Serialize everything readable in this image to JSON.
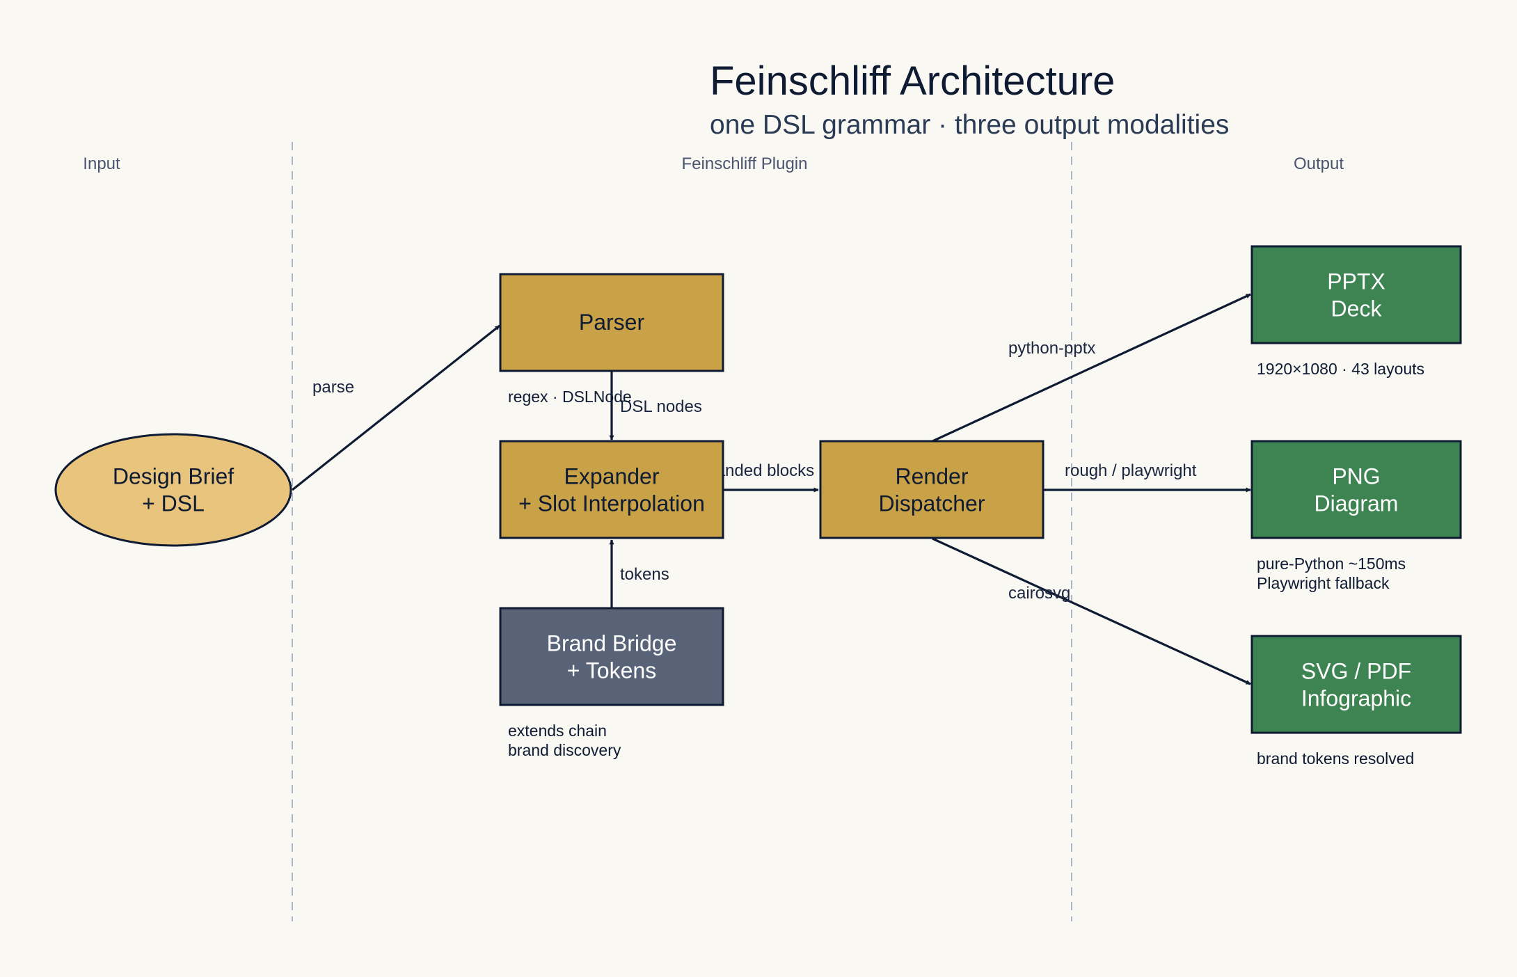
{
  "title": "Feinschliff Architecture",
  "subtitle": "one DSL grammar · three output modalities",
  "lanes": {
    "input": "Input",
    "plugin": "Feinschliff Plugin",
    "output": "Output"
  },
  "nodes": {
    "brief": {
      "lines": [
        "Design Brief",
        "+ DSL"
      ],
      "fill": "#e8c47c",
      "text_color": "#0f1b33"
    },
    "parser": {
      "lines": [
        "Parser"
      ],
      "fill": "#c9a248",
      "text_color": "#0f1b33"
    },
    "expander": {
      "lines": [
        "Expander",
        "+ Slot Interpolation"
      ],
      "fill": "#c9a248",
      "text_color": "#0f1b33"
    },
    "brand": {
      "lines": [
        "Brand Bridge",
        "+ Tokens"
      ],
      "fill": "#586378",
      "text_color": "#ffffff"
    },
    "dispatcher": {
      "lines": [
        "Render",
        "Dispatcher"
      ],
      "fill": "#c9a248",
      "text_color": "#0f1b33"
    },
    "pptx": {
      "lines": [
        "PPTX",
        "Deck"
      ],
      "fill": "#3d8452",
      "text_color": "#ffffff"
    },
    "png": {
      "lines": [
        "PNG",
        "Diagram"
      ],
      "fill": "#3d8452",
      "text_color": "#ffffff"
    },
    "svgpdf": {
      "lines": [
        "SVG / PDF",
        "Infographic"
      ],
      "fill": "#3d8452",
      "text_color": "#ffffff"
    }
  },
  "edges": {
    "parse": "parse",
    "dsl_nodes": "DSL nodes",
    "tokens": "tokens",
    "expanded_blocks": "expanded blocks",
    "python_pptx": "python-pptx",
    "rough_playwright": "rough / playwright",
    "cairosvg": "cairosvg"
  },
  "notes": {
    "parser": [
      "regex · DSLNode"
    ],
    "brand": [
      "extends chain",
      "brand discovery"
    ],
    "pptx": [
      "1920×1080 · 43 layouts"
    ],
    "png": [
      "pure-Python ~150ms",
      "Playwright fallback"
    ],
    "svgpdf": [
      "brand tokens resolved"
    ]
  },
  "colors": {
    "background": "#f9f8f3",
    "ink": "#0f1b33",
    "divider": "#a8b6cc"
  }
}
